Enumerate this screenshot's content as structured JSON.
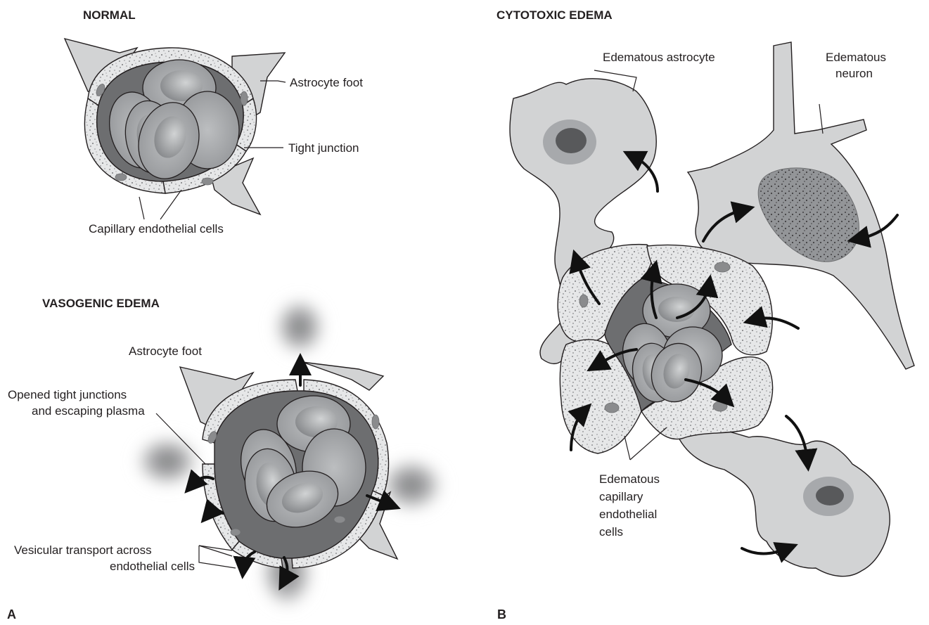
{
  "panels": {
    "a": {
      "letter": "A",
      "normal": {
        "title": "NORMAL",
        "labels": {
          "astrocyte_foot": "Astrocyte foot",
          "tight_junction": "Tight junction",
          "capillary_endothelial_cells": "Capillary endothelial cells"
        }
      },
      "vasogenic": {
        "title": "VASOGENIC EDEMA",
        "labels": {
          "astrocyte_foot": "Astrocyte foot",
          "opened_tight_junctions_line1": "Opened tight junctions",
          "opened_tight_junctions_line2": "and escaping plasma",
          "vesicular_transport_line1": "Vesicular transport across",
          "vesicular_transport_line2": "endothelial cells"
        }
      }
    },
    "b": {
      "letter": "B",
      "cytotoxic": {
        "title": "CYTOTOXIC EDEMA",
        "labels": {
          "edematous_astrocyte": "Edematous astrocyte",
          "edematous_neuron_line1": "Edematous",
          "edematous_neuron_line2": "neuron",
          "endothelial_line1": "Edematous",
          "endothelial_line2": "capillary",
          "endothelial_line3": "endothelial",
          "endothelial_line4": "cells"
        }
      }
    }
  },
  "colors": {
    "astrocyte": "#d2d3d4",
    "lumen": "#6d6e70",
    "endothelium": "#e6e7e8",
    "plasma": "#6d6e70",
    "ink": "#231f20"
  }
}
